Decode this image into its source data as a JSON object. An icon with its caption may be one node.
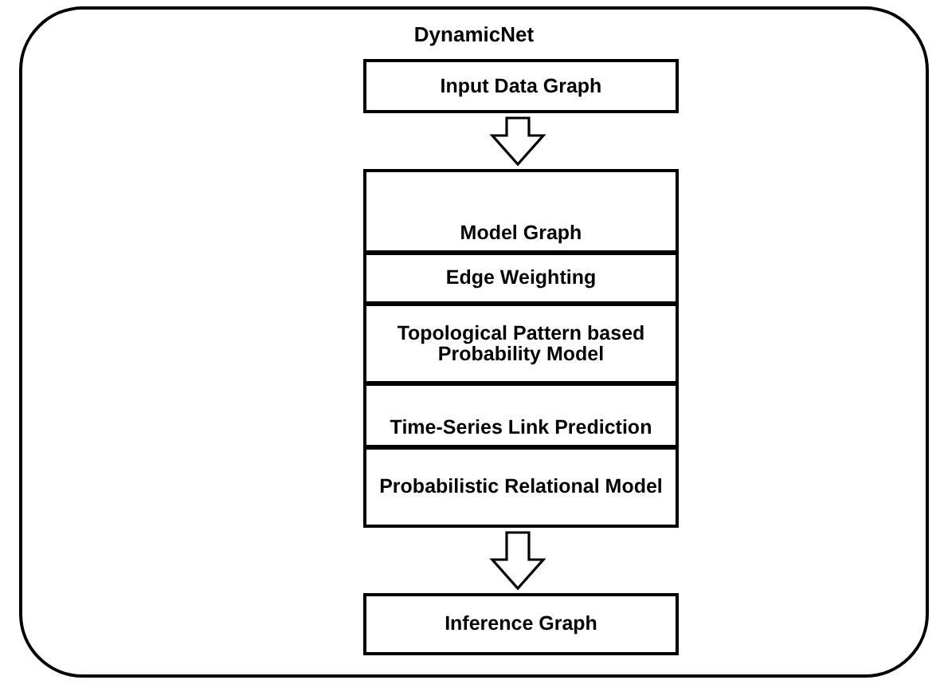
{
  "diagram": {
    "nodes": [
      {
        "text": [
          "DynamicNet"
        ]
      },
      {
        "text": [
          "Input Data Graph"
        ],
        "in": 0
      },
      {
        "text": [
          "Model Graph"
        ],
        "in": 0
      },
      {
        "text": [
          "Edge Weighting"
        ],
        "in": 0
      },
      {
        "text": [
          "Topological Pattern based Probability Model"
        ],
        "in": 0
      },
      {
        "text": [
          "Time-Series Link Prediction"
        ],
        "in": 0
      },
      {
        "text": [
          "Probabilistic Relational Model"
        ],
        "in": 0
      },
      {
        "text": [
          "Inference Graph"
        ],
        "in": 0
      }
    ],
    "edges": [
      {
        "from": 1,
        "to": 2,
        "arrow": "to"
      },
      {
        "from": 6,
        "to": 7,
        "arrow": "to"
      }
    ]
  }
}
